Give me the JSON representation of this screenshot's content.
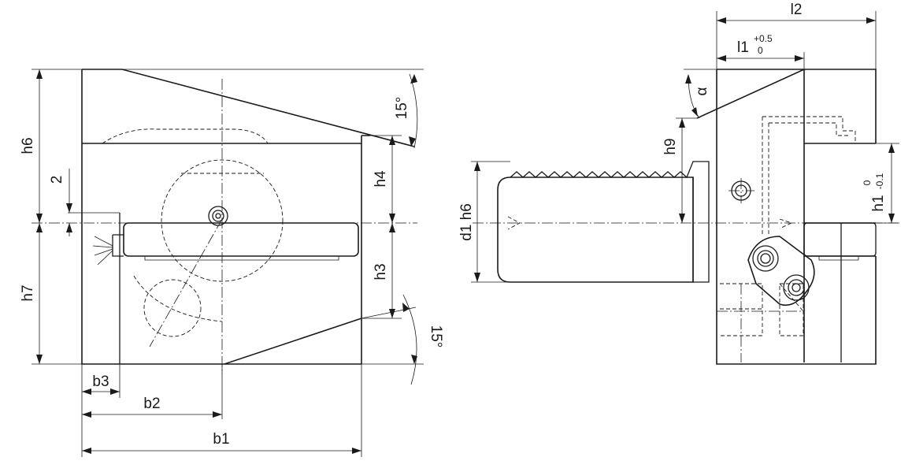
{
  "labels": {
    "h6": "h6",
    "h7": "h7",
    "two": "2",
    "h4": "h4",
    "h3": "h3",
    "angle_top": "15°",
    "angle_bottom": "15°",
    "b1": "b1",
    "b2": "b2",
    "b3": "b3",
    "l2": "l2",
    "l1": "l1",
    "l1_tol_upper": "+0.5",
    "l1_tol_lower": "0",
    "alpha": "α",
    "h9": "h9",
    "d1": "d1 h6",
    "h1": "h1",
    "h1_tol_upper": "0",
    "h1_tol_lower": "-0.1"
  }
}
